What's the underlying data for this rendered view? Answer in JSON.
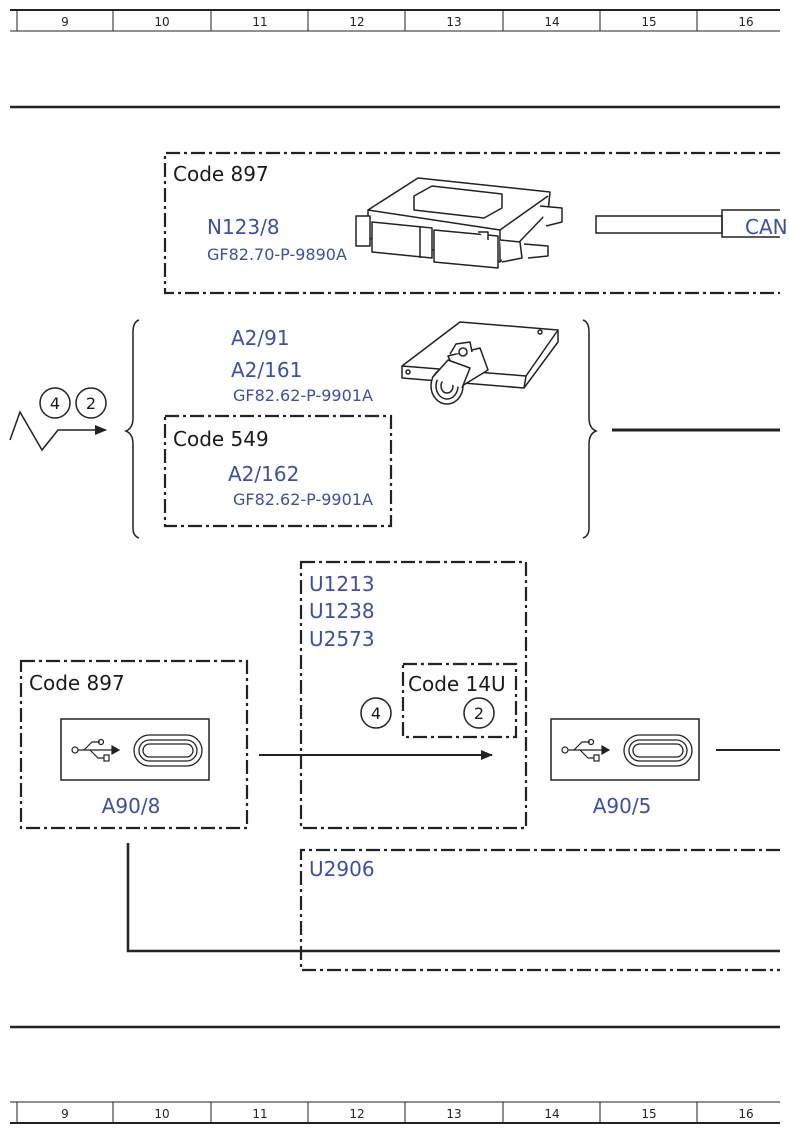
{
  "ruler": {
    "columns": [
      "9",
      "10",
      "11",
      "12",
      "13",
      "14",
      "15",
      "16"
    ]
  },
  "blocks": {
    "block1": {
      "code": "Code 897",
      "component": "N123/8",
      "ref": "GF82.70-P-9890A",
      "bus_label": "CAN",
      "icon": "control-unit-icon"
    },
    "block2": {
      "components": [
        "A2/91",
        "A2/161"
      ],
      "ref": "GF82.62-P-9901A",
      "icon": "antenna-module-icon",
      "sub": {
        "code": "Code 549",
        "component": "A2/162",
        "ref": "GF82.62-P-9901A"
      }
    },
    "connector_refs": [
      "4",
      "2"
    ],
    "block3": {
      "left": {
        "code": "Code 897",
        "component": "A90/8",
        "icon": "usb-c-port-icon"
      },
      "middle": {
        "components": [
          "U1213",
          "U1238",
          "U2573"
        ],
        "code": "Code 14U",
        "refs": [
          "4",
          "2"
        ]
      },
      "right": {
        "component": "A90/5",
        "icon": "usb-c-port-icon"
      },
      "bottom": {
        "component": "U2906"
      }
    }
  },
  "colors": {
    "component_text": "#3d4fa0",
    "line": "#222222"
  }
}
